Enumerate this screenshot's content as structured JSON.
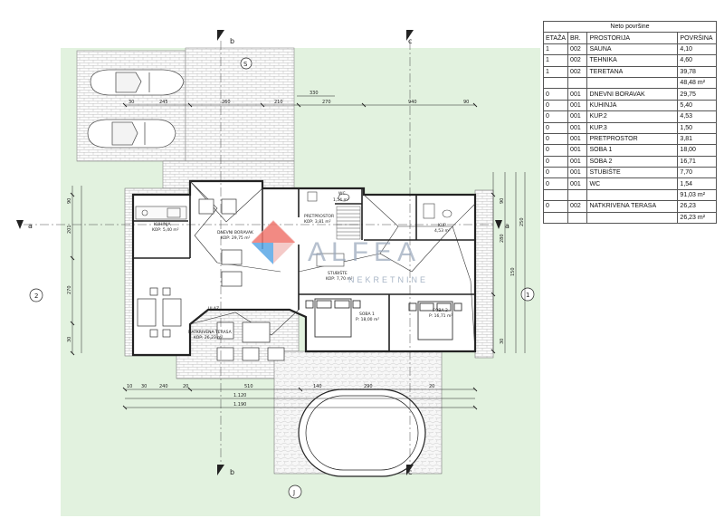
{
  "table": {
    "title": "Neto površine",
    "headers": [
      "ETAŽA",
      "BR.",
      "PROSTORIJA",
      "POVRŠINA"
    ],
    "rows": [
      {
        "floor": "1",
        "no": "002",
        "room": "SAUNA",
        "area": "4,10"
      },
      {
        "floor": "1",
        "no": "002",
        "room": "TEHNIKA",
        "area": "4,60"
      },
      {
        "floor": "1",
        "no": "002",
        "room": "TERETANA",
        "area": "39,78"
      },
      {
        "floor": "",
        "no": "",
        "room": "",
        "area": "48,48 m²"
      },
      {
        "floor": "0",
        "no": "001",
        "room": "DNEVNI BORAVAK",
        "area": "29,75"
      },
      {
        "floor": "0",
        "no": "001",
        "room": "KUHINJA",
        "area": "5,40"
      },
      {
        "floor": "0",
        "no": "001",
        "room": "KUP.2",
        "area": "4,53"
      },
      {
        "floor": "0",
        "no": "001",
        "room": "KUP.3",
        "area": "1,50"
      },
      {
        "floor": "0",
        "no": "001",
        "room": "PRETPROSTOR",
        "area": "3,81"
      },
      {
        "floor": "0",
        "no": "001",
        "room": "SOBA 1",
        "area": "18,00"
      },
      {
        "floor": "0",
        "no": "001",
        "room": "SOBA 2",
        "area": "16,71"
      },
      {
        "floor": "0",
        "no": "001",
        "room": "STUBIŠTE",
        "area": "7,70"
      },
      {
        "floor": "0",
        "no": "001",
        "room": "WC",
        "area": "1,54"
      },
      {
        "floor": "",
        "no": "",
        "room": "",
        "area": "91,03 m²"
      },
      {
        "floor": "0",
        "no": "002",
        "room": "NATKRIVENA TERASA",
        "area": "26,23"
      },
      {
        "floor": "",
        "no": "",
        "room": "",
        "area": "26,23 m²"
      }
    ]
  },
  "watermark": {
    "name": "ALFEA",
    "sub": "NEKRETNINE",
    "colors": {
      "red": "#f0766e",
      "blue": "#5aa8e6",
      "pink": "#f3c1bf",
      "text": "#9aa9bd"
    }
  },
  "markers": {
    "section_b": "b",
    "section_c": "c",
    "section_a": "a",
    "north": "S",
    "view_1": "1",
    "view_2": "2",
    "view_j": "J"
  },
  "rooms": {
    "kuhinja": {
      "name": "KUHINJA",
      "area": "KOP: 5,40 m²"
    },
    "dnevni": {
      "name": "DNEVNI BORAVAK",
      "area": "KOP: 29,75 m²"
    },
    "pretprostor": {
      "name": "PRETPROSTOR",
      "area": "KOP: 3,81 m²"
    },
    "stubiste": {
      "name": "STUBIŠTE",
      "area": "KOP: 7,70 m²"
    },
    "wc": {
      "name": "WC",
      "area": "1,54 m²"
    },
    "kup": {
      "name": "KUP.",
      "area": "4,53 m²"
    },
    "soba1": {
      "name": "SOBA 1",
      "area": "P: 18,00 m²"
    },
    "soba2": {
      "name": "SOBA 2",
      "area": "P: 16,71 m²"
    },
    "terasa": {
      "name": "NATKRIVENA TERASA",
      "area": "KOP: 26,23 m²"
    },
    "ulaz": {
      "name": "ULAZ"
    }
  },
  "dims": {
    "top": [
      "30",
      "245",
      "260",
      "210",
      "270",
      "940",
      "90"
    ],
    "top_total": "330",
    "bottom": [
      "10",
      "30",
      "240",
      "20",
      "510",
      "140",
      "290",
      "20"
    ],
    "bottom_mid": "1.120",
    "bottom_total": "1.190",
    "left": [
      "90",
      "201",
      "270",
      "30"
    ],
    "right": [
      "90",
      "280",
      "150",
      "250",
      "30"
    ]
  }
}
